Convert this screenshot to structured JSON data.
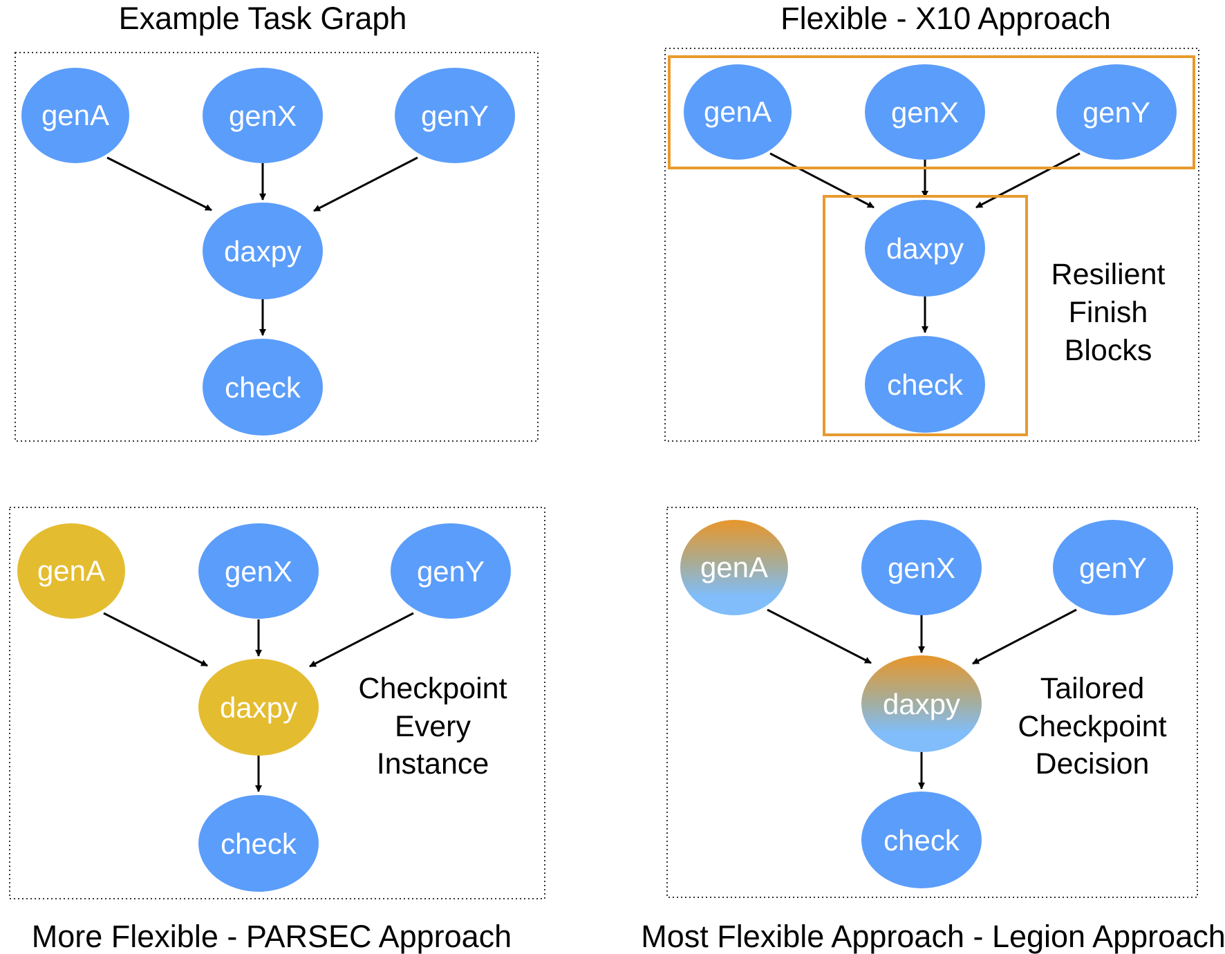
{
  "colors": {
    "node_blue": "#5b9dfa",
    "node_gold": "#e4bc30",
    "gradient_top": "#e8962a",
    "gradient_mid": "#9fae9a",
    "gradient_bottom": "#80bdfa",
    "finish_box": "#e79a2e",
    "edge": "#000000"
  },
  "panels": [
    {
      "title": "Example Task Graph",
      "nodes": {
        "genA": "genA",
        "genX": "genX",
        "genY": "genY",
        "daxpy": "daxpy",
        "check": "check"
      },
      "notes": []
    },
    {
      "title": "Flexible - X10 Approach",
      "nodes": {
        "genA": "genA",
        "genX": "genX",
        "genY": "genY",
        "daxpy": "daxpy",
        "check": "check"
      },
      "notes": [
        "Resilient",
        "Finish",
        "Blocks"
      ]
    },
    {
      "title": "More Flexible - PARSEC Approach",
      "nodes": {
        "genA": "genA",
        "genX": "genX",
        "genY": "genY",
        "daxpy": "daxpy",
        "check": "check"
      },
      "checkpointed_nodes": [
        "genA",
        "daxpy"
      ],
      "notes": [
        "Checkpoint",
        "Every",
        "Instance"
      ]
    },
    {
      "title": "Most Flexible Approach - Legion Approach",
      "nodes": {
        "genA": "genA",
        "genX": "genX",
        "genY": "genY",
        "daxpy": "daxpy",
        "check": "check"
      },
      "tailored_nodes": [
        "genA",
        "daxpy"
      ],
      "notes": [
        "Tailored",
        "Checkpoint",
        "Decision"
      ]
    }
  ]
}
